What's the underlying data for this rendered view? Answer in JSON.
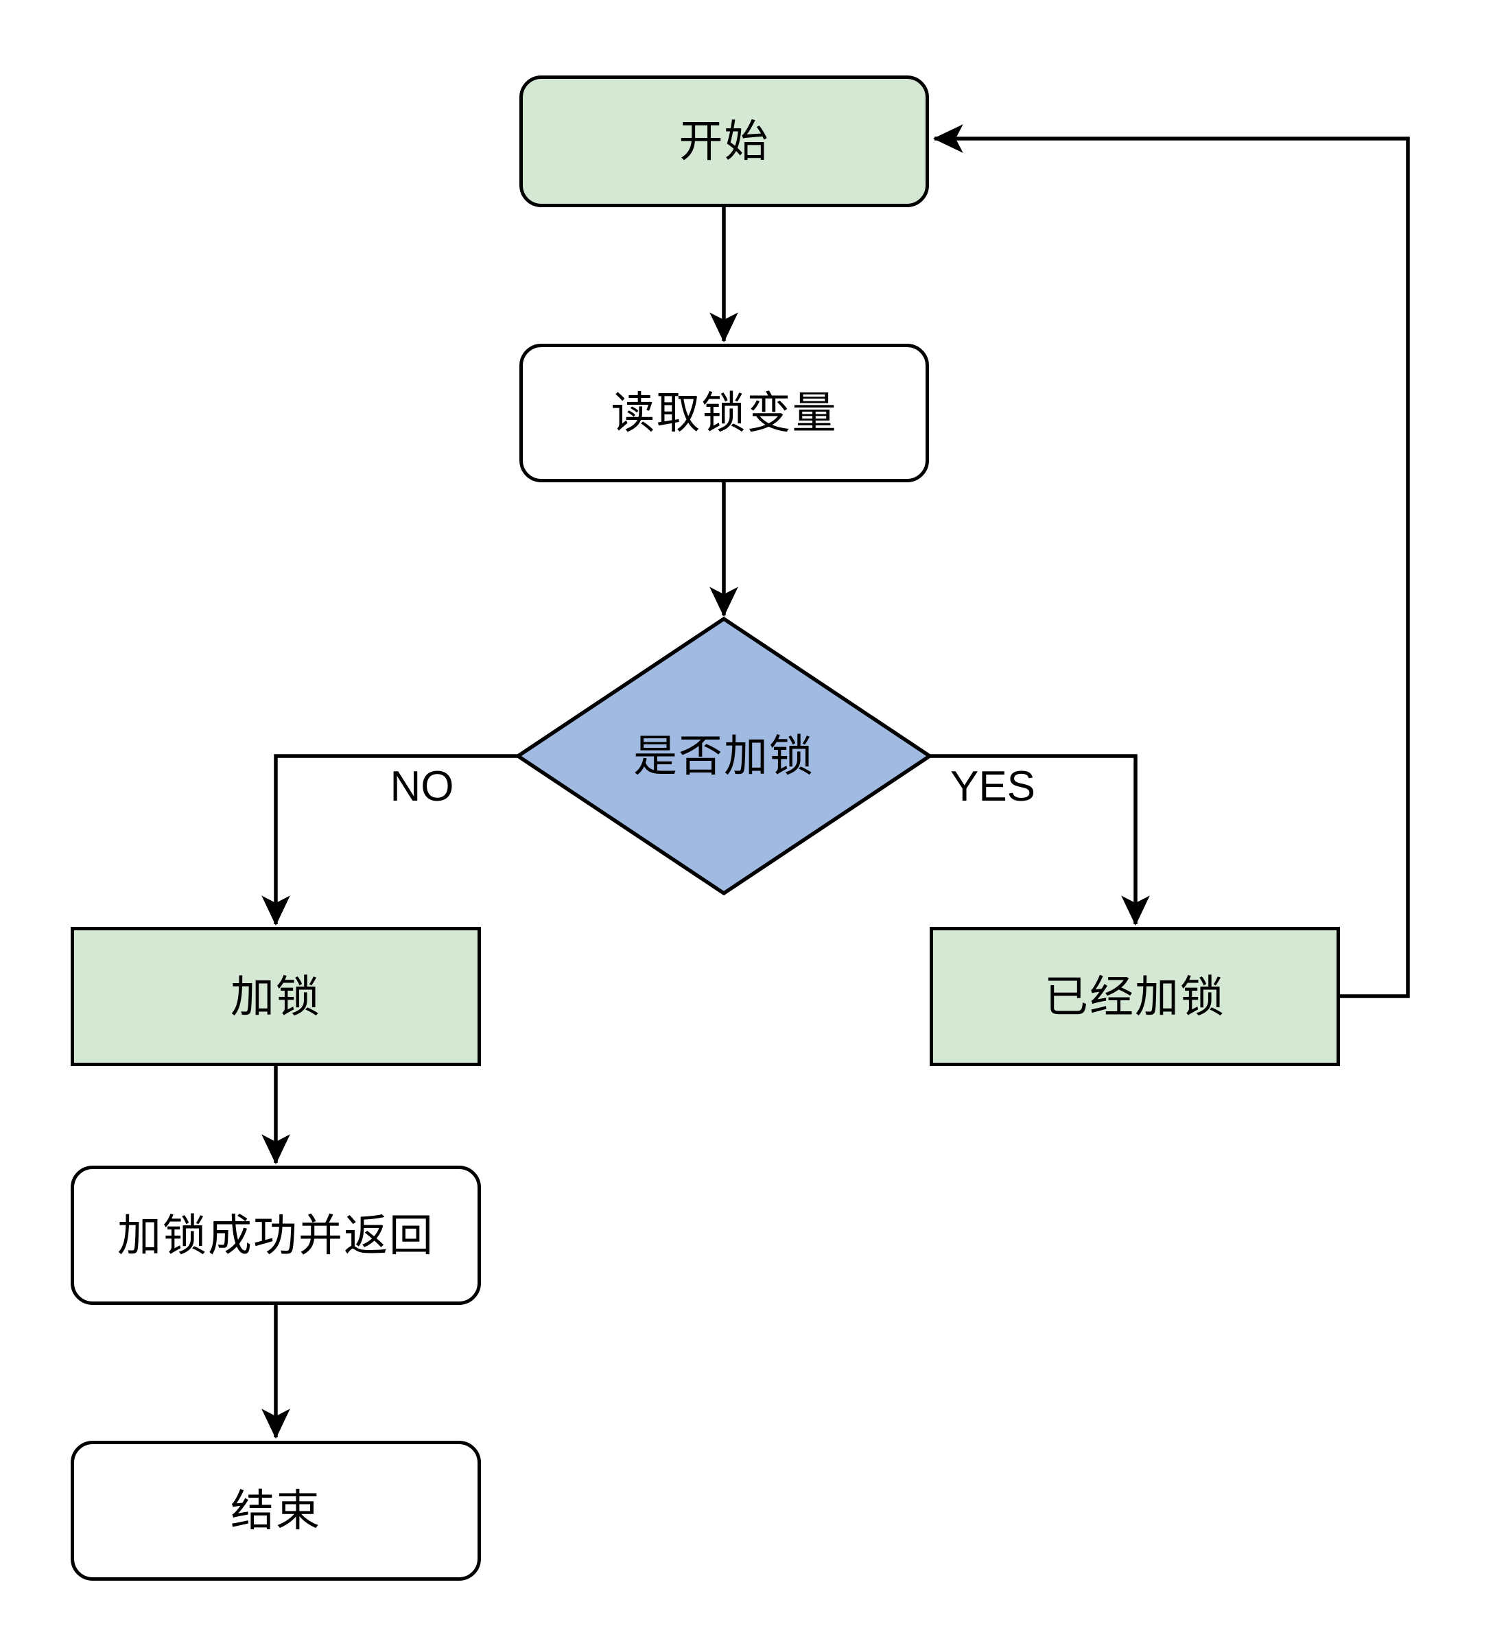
{
  "colors": {
    "border": "#000000",
    "text": "#000000",
    "green_fill": "#d5e8d4",
    "blue_fill": "#a0bae2",
    "white_fill": "#ffffff"
  },
  "nodes": {
    "start": {
      "label": "开始",
      "shape": "rounded-rect",
      "fill": "green"
    },
    "read": {
      "label": "读取锁变量",
      "shape": "rounded-rect",
      "fill": "white"
    },
    "decision": {
      "label": "是否加锁",
      "shape": "diamond",
      "fill": "blue"
    },
    "lock": {
      "label": "加锁",
      "shape": "rect",
      "fill": "green"
    },
    "already_locked": {
      "label": "已经加锁",
      "shape": "rect",
      "fill": "green"
    },
    "success": {
      "label": "加锁成功并返回",
      "shape": "rounded-rect",
      "fill": "white"
    },
    "end": {
      "label": "结束",
      "shape": "rounded-rect",
      "fill": "white"
    }
  },
  "connections": [
    {
      "from": "start",
      "to": "read",
      "label": ""
    },
    {
      "from": "read",
      "to": "decision",
      "label": ""
    },
    {
      "from": "decision",
      "to": "lock",
      "label": "NO"
    },
    {
      "from": "decision",
      "to": "already_locked",
      "label": "YES"
    },
    {
      "from": "lock",
      "to": "success",
      "label": ""
    },
    {
      "from": "success",
      "to": "end",
      "label": ""
    },
    {
      "from": "already_locked",
      "to": "start",
      "label": ""
    }
  ]
}
